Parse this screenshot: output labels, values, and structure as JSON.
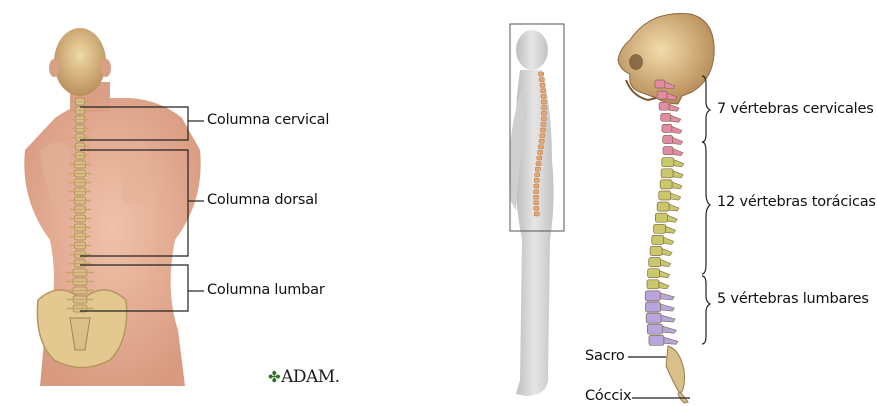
{
  "left": {
    "labels": {
      "cervical": "Columna cervical",
      "dorsal": "Columna dorsal",
      "lumbar": "Columna lumbar"
    },
    "brand": "ADAM.",
    "brand_icon": "leaf-icon"
  },
  "right": {
    "labels": {
      "cervicales": "7 vértebras cervicales",
      "toracicas": "12 vértebras torácicas",
      "lumbares": "5 vértebras lumbares",
      "sacro": "Sacro",
      "coccix": "Cóccix"
    }
  },
  "colors": {
    "skin": "#e7b39a",
    "bone": "#d9c08a",
    "cervical": "#e58aa6",
    "thoracic": "#c9c86a",
    "lumbar": "#b6a6dd",
    "silhouette": "#cfcfcf",
    "line": "#222222"
  }
}
